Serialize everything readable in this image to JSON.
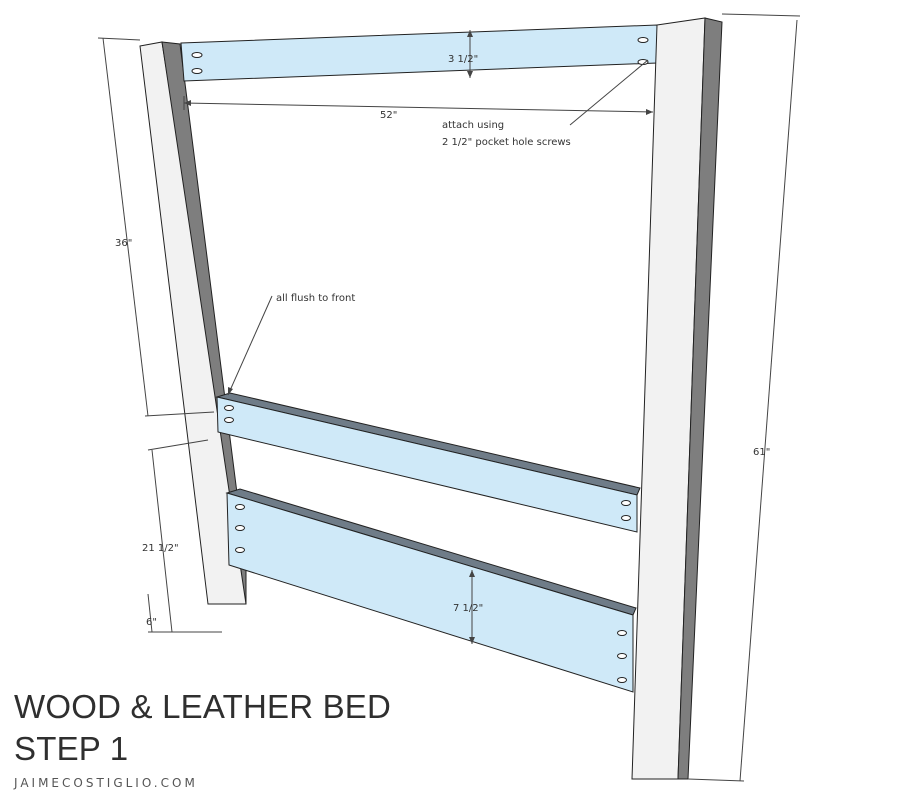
{
  "colors": {
    "wood_face": "#cfe9f8",
    "wood_edge": "#6f7c88",
    "post_light": "#f2f2f2",
    "post_shade": "#7e7e7e",
    "outline": "#222222",
    "dimension_line": "#444444"
  },
  "dimensions": {
    "top_rail_height": "3 1/2\"",
    "rail_span": "52\"",
    "upper_post": "36\"",
    "lower_rails_span": "21 1/2\"",
    "bottom_gap": "6\"",
    "bottom_rail_height": "7 1/2\"",
    "post_height": "61\""
  },
  "notes": {
    "screws_line1": "attach using",
    "screws_line2": "2 1/2\" pocket hole screws",
    "flush": "all flush to front"
  },
  "title": {
    "line1": "WOOD & LEATHER BED",
    "line2": "STEP 1",
    "site": "JAIMECOSTIGLIO.COM"
  }
}
